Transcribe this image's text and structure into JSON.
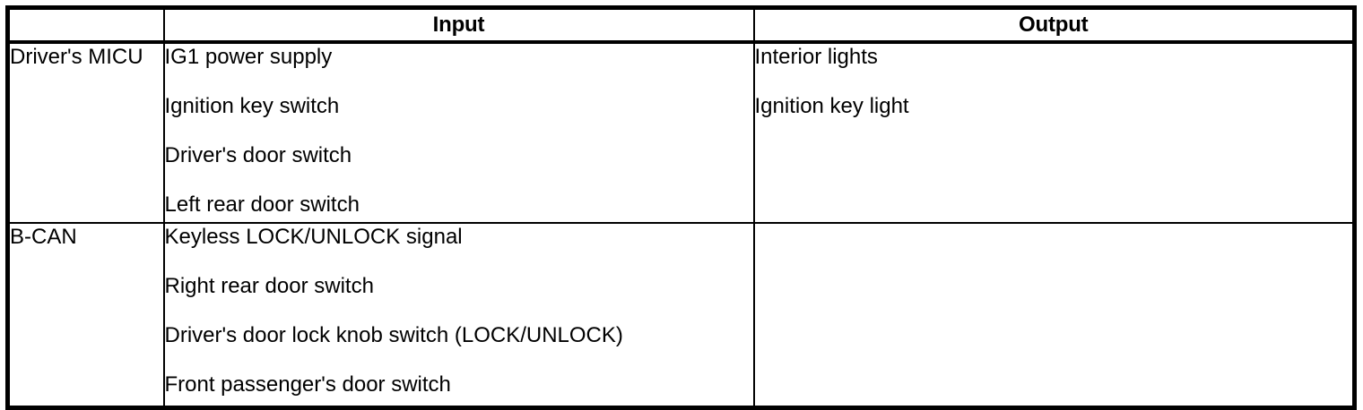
{
  "table": {
    "name": "input-output-table",
    "columns": [
      {
        "key": "category",
        "label": ""
      },
      {
        "key": "input",
        "label": "Input"
      },
      {
        "key": "output",
        "label": "Output"
      }
    ],
    "header": {
      "blank_label": "",
      "input_label": "Input",
      "output_label": "Output"
    },
    "rows": [
      {
        "category": "Driver's MICU",
        "inputs": [
          "IG1 power supply",
          "Ignition key switch",
          "Driver's door switch",
          "Left rear door switch"
        ],
        "outputs": [
          "Interior lights",
          "Ignition key light"
        ]
      },
      {
        "category": "B-CAN",
        "inputs": [
          "Keyless LOCK/UNLOCK signal",
          "Right rear door switch",
          "Driver's door lock knob switch (LOCK/UNLOCK)",
          "Front passenger's door switch"
        ],
        "outputs": []
      }
    ]
  },
  "style": {
    "border_color": "#000000",
    "text_color": "#000000",
    "background": "#ffffff"
  }
}
